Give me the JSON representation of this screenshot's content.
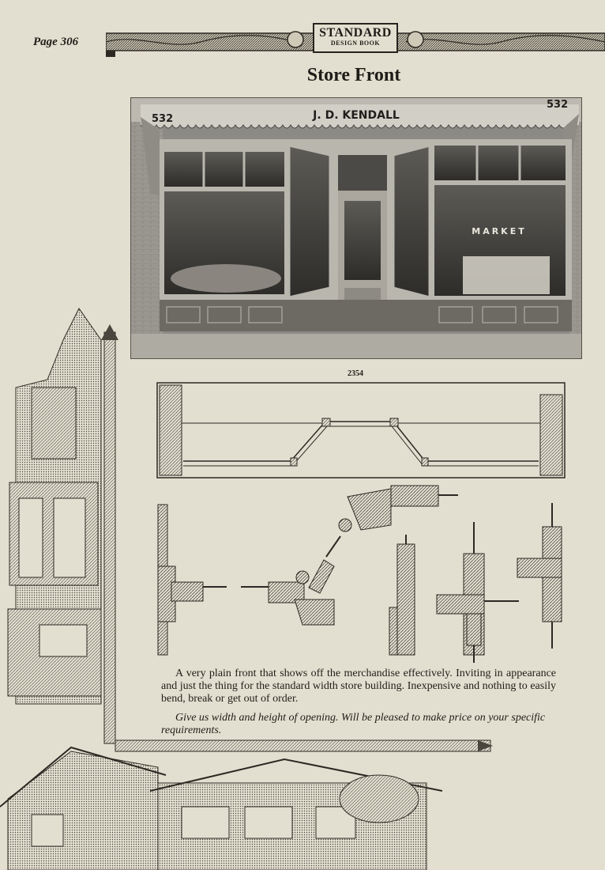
{
  "header": {
    "page_number": "Page 306",
    "logo_top": "STANDARD",
    "logo_bottom": "DESIGN BOOK"
  },
  "title": "Store Front",
  "photo": {
    "sign_name": "J. D. KENDALL",
    "street_number_left": "532",
    "street_number_right": "532",
    "window_text": "MARKET"
  },
  "plate_number": "2354",
  "description": "A very plain front that shows off the merchandise effectively. Inviting in appearance and just the thing for the standard width store building. Inexpensive and nothing to easily bend, break or get out of order.",
  "note": "Give us width and height of opening. Will be pleased to make price on your specific requirements."
}
